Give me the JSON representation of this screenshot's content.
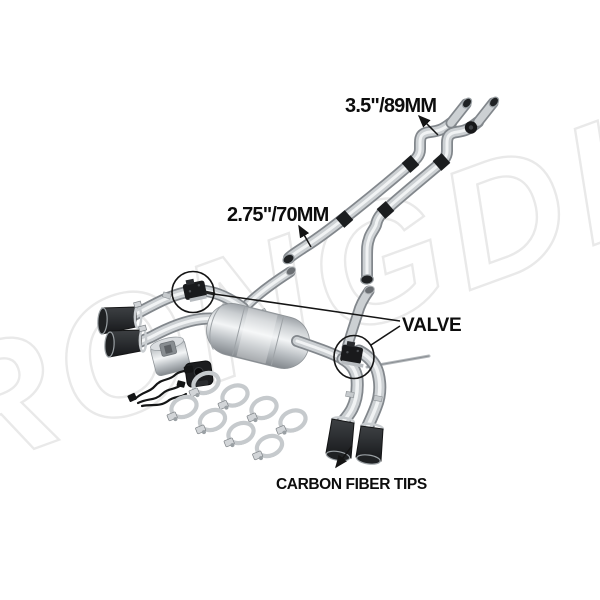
{
  "image": {
    "type": "annotated-product-photo",
    "subject": "valved cat-back exhaust system kit with quad carbon fiber tips, center muffler, front and mid pipes, valves, wiring harness and band clamps",
    "background_color": "#ffffff"
  },
  "watermark": {
    "text": "RONGDI",
    "color": "#e9e9e9"
  },
  "annotations": {
    "front_pipe_diameter": {
      "label": "3.5\"/89MM",
      "target": "front-pipe"
    },
    "mid_pipe_diameter": {
      "label": "2.75\"/70MM",
      "target": "mid-pipe"
    },
    "valve": {
      "label": "VALVE",
      "targets": [
        "left-exhaust-valve",
        "right-exhaust-valve"
      ]
    },
    "tips": {
      "label": "CARBON FIBER TIPS",
      "target": "carbon-fiber-tips"
    }
  },
  "visible_parts": {
    "carbon_tips": 4,
    "exhaust_valves": 2,
    "band_clamps": 8,
    "spare_coupler": 1,
    "rubber_mount": 1,
    "valve_wiring_harness": 1
  },
  "colors": {
    "annotation_ink": "#141414",
    "pipe_metal": "#ccd0d3",
    "carbon_tip": "#26282b",
    "sleeve_black": "#1b1d1f"
  }
}
